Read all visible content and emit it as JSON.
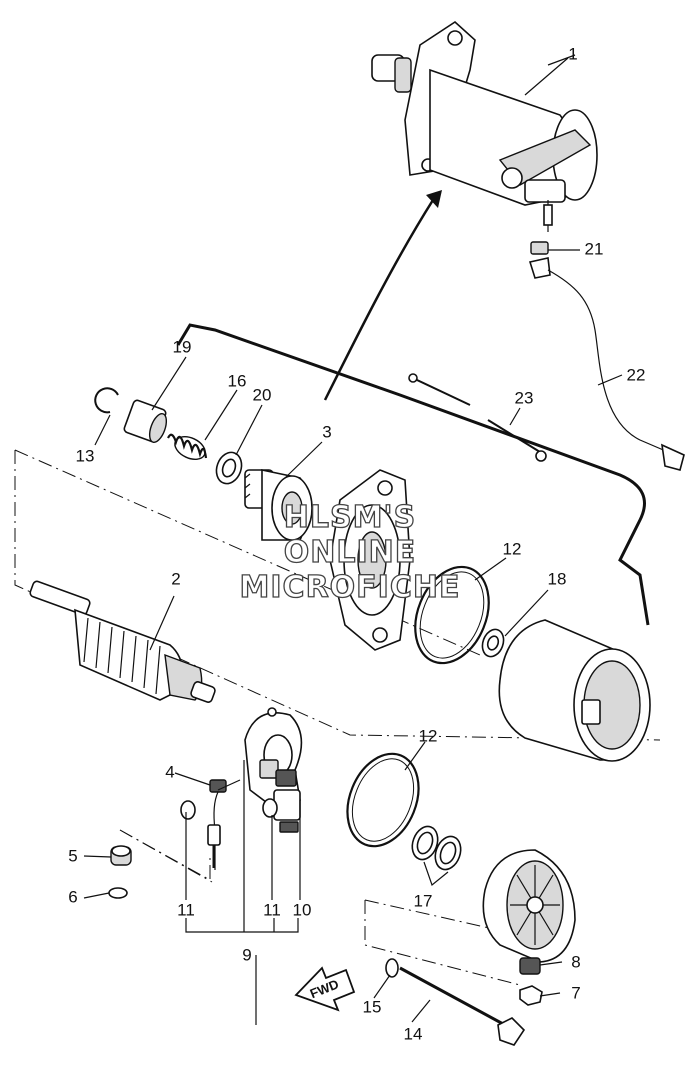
{
  "watermark": {
    "line1": "HLSM'S",
    "line2": "ONLINE",
    "line3": "MICROFICHE"
  },
  "direction_arrow": {
    "label": "FWD",
    "icon": "fwd-arrow-icon"
  },
  "callouts": {
    "c1": "1",
    "c2": "2",
    "c3": "3",
    "c4": "4",
    "c5": "5",
    "c6": "6",
    "c7": "7",
    "c8": "8",
    "c9": "9",
    "c10": "10",
    "c11a": "11",
    "c11b": "11",
    "c12a": "12",
    "c12b": "12",
    "c13": "13",
    "c14": "14",
    "c15": "15",
    "c16": "16",
    "c17": "17",
    "c18": "18",
    "c19": "19",
    "c20": "20",
    "c21": "21",
    "c22": "22",
    "c23": "23"
  }
}
